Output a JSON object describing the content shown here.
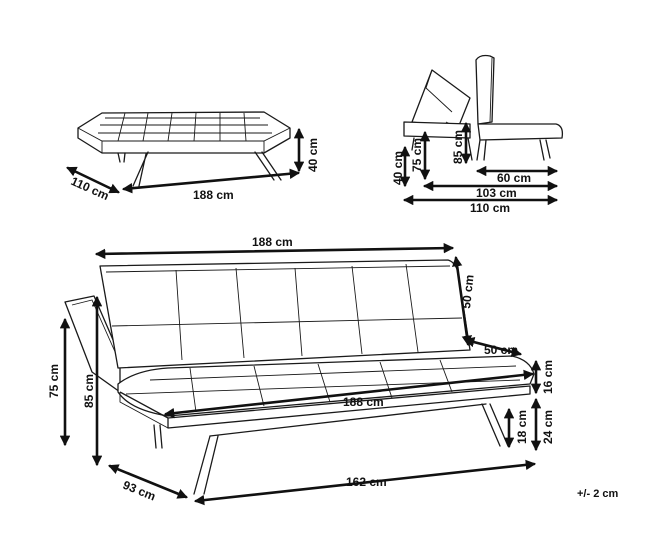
{
  "bed_view": {
    "width_label": "188 cm",
    "depth_label": "110 cm",
    "height_label": "40 cm"
  },
  "side_view": {
    "seat_height_label": "40 cm",
    "back_height_label": "75 cm",
    "total_height_label": "85 cm",
    "seat_depth_label": "60 cm",
    "depth_label": "103 cm",
    "bed_depth_label": "110 cm"
  },
  "sofa_view": {
    "back_width_label": "188 cm",
    "back_height_label": "50 cm",
    "back_depth_label": "50 cm",
    "seat_width_label": "188 cm",
    "leg_span_label": "162 cm",
    "depth_label": "93 cm",
    "height_75_label": "75 cm",
    "height_85_label": "85 cm",
    "cushion_label": "16 cm",
    "seat_height_label": "24 cm",
    "leg_height_label": "18 cm"
  },
  "tolerance_label": "+/- 2 cm"
}
